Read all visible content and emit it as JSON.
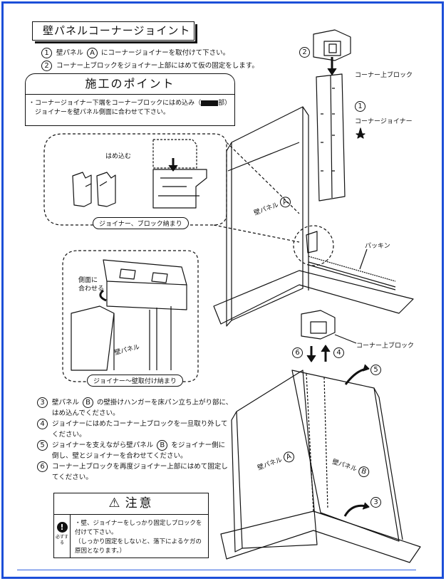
{
  "title": "壁パネルコーナージョイント",
  "intro_steps": [
    {
      "num": "1",
      "pre": "壁パネル ",
      "mark": "A",
      "post": " にコーナージョイナーを取付けて下さい。"
    },
    {
      "num": "2",
      "text": "コーナー上ブロックをジョイナー上部にはめて仮の固定をします。"
    }
  ],
  "point": {
    "header": "施工のポイント",
    "line1_pre": "・コーナージョイナー下端をコーナーブロックにはめ込み（",
    "line1_post": "部）",
    "line2": "　ジョイナーを壁パネル側面に合わせて下さい。"
  },
  "figure_labels": {
    "press_in": "はめ込む",
    "joiner_block": "ジョイナー、ブロック納まり",
    "match_side_1": "側面に",
    "match_side_2": "合わせる",
    "wall_panel_small": "壁パネル",
    "joiner_wall": "ジョイナー〜壁取付け納まり",
    "top_block_1": "コーナー上ブロック",
    "joiner_name": "コーナージョイナー",
    "num_1": "1",
    "num_2": "2",
    "packing": "パッキン",
    "wall_a_top": "壁パネル",
    "mark_a": "A",
    "top_block_2": "コーナー上ブロック",
    "num_3": "3",
    "num_4": "4",
    "num_5": "5",
    "num_6": "6",
    "wall_a_bottom": "壁パネル",
    "wall_b": "壁パネル",
    "mark_b": "B"
  },
  "steps": [
    {
      "num": "3",
      "line1_pre": "壁パネル ",
      "mark": "B",
      "line1_post": " の壁掛けハンガーを床パン立ち上がり部に、",
      "line2": "はめ込んでください。"
    },
    {
      "num": "4",
      "line1": "ジョイナーにはめたコーナー上ブロックを一旦取り外して",
      "line2": "ください。"
    },
    {
      "num": "5",
      "line1_pre": "ジョイナーを支えながら壁パネル ",
      "mark": "B",
      "line1_post": " をジョイナー側に",
      "line2": "倒し、壁とジョイナーを合わせてください。"
    },
    {
      "num": "6",
      "line1": "コーナー上ブロックを再度ジョイナー上部にはめて固定し",
      "line2": "てください。"
    }
  ],
  "caution": {
    "title": "注意",
    "icon_mark": "!",
    "icon_label": "必ずする",
    "line1": "・壁、ジョイナーをしっかり固定しブロックを",
    "line2": "付けて下さい。",
    "line3": "（しっかり固定をしないと、落下によるケガの",
    "line4": "原因となります。）"
  }
}
